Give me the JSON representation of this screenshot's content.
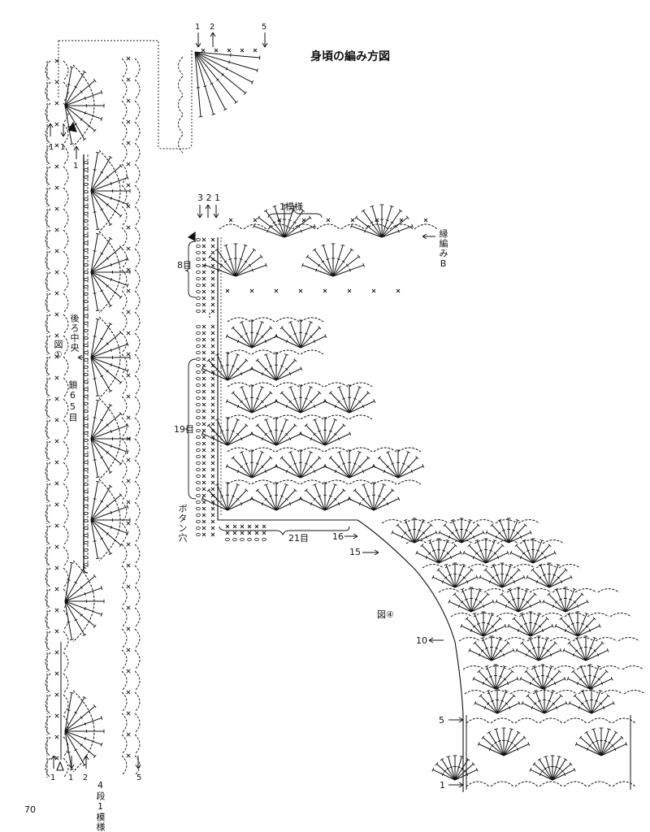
{
  "page": {
    "title": "身頃の編み方図",
    "page_number": "70"
  },
  "figure1": {
    "fig_label": "図①",
    "back_center_label": "後ろ中央",
    "chain_label": "鎖65目",
    "row_marks_top_left": [
      "1",
      "1"
    ],
    "row_marks_top_mid": [
      "1"
    ],
    "row_marks_top_right": [
      "1",
      "2",
      "5"
    ],
    "row_marks_bottom": [
      "1",
      "1",
      "2",
      "5"
    ],
    "pattern_note": "4段1模様"
  },
  "figure4": {
    "fig_label": "図④",
    "repeat_label": "1模様",
    "edging_label": "縁編みB",
    "rows_top_label": "3 2 1",
    "count_8": "8目",
    "count_19": "19目",
    "count_21": "21目",
    "buttonhole_label": "ボタン穴",
    "row_16": "16",
    "row_15": "15",
    "row_10": "10",
    "row_5": "5",
    "row_1": "1"
  }
}
